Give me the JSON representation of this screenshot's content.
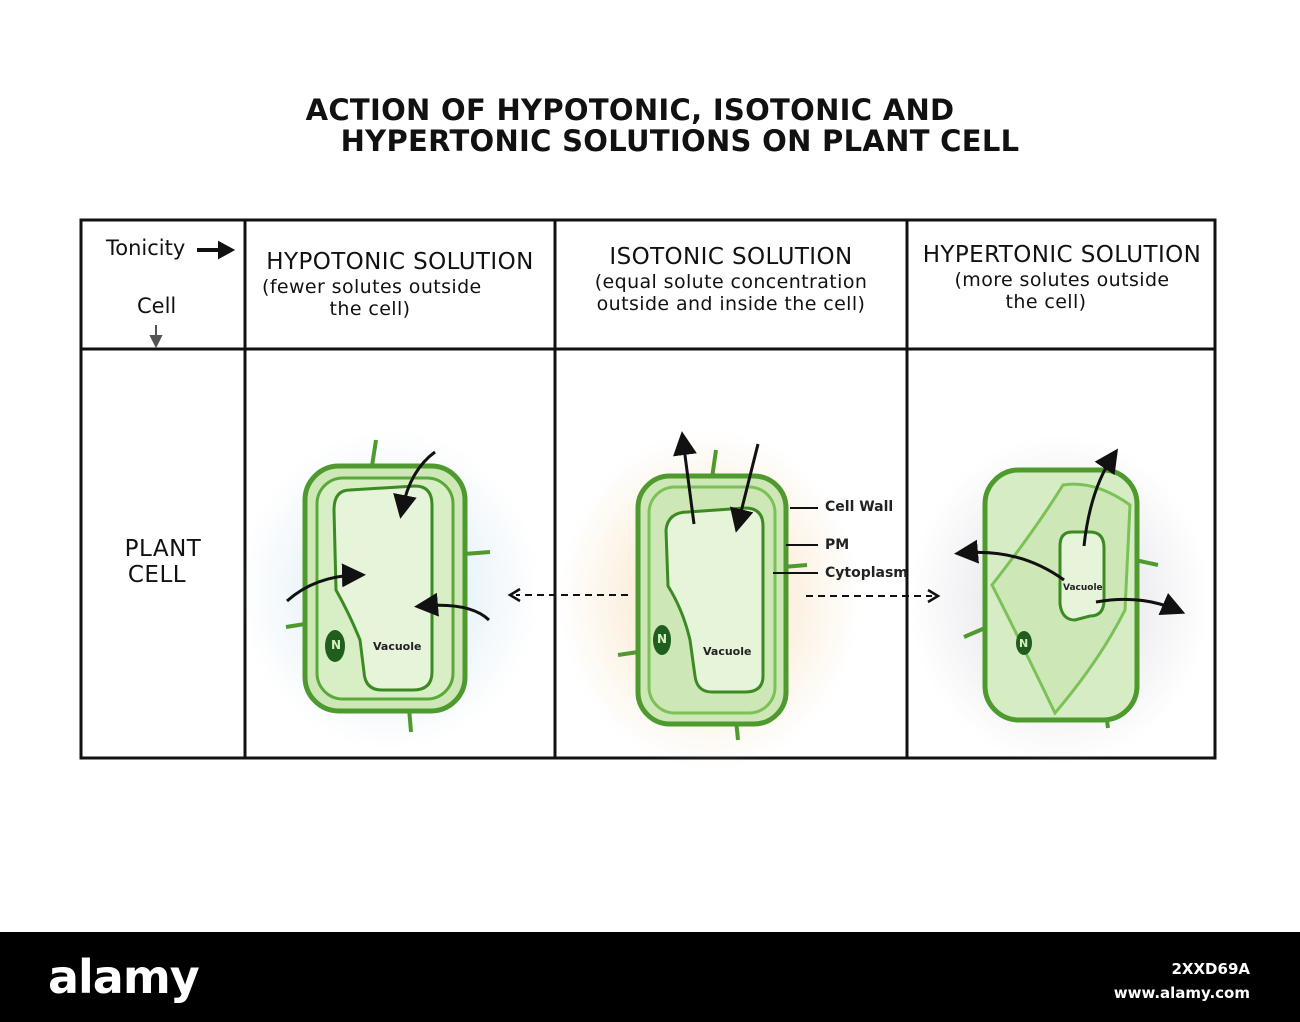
{
  "title": {
    "line1": "ACTION OF HYPOTONIC, ISOTONIC AND",
    "line2": "HYPERTONIC SOLUTIONS ON PLANT CELL"
  },
  "table": {
    "corner": {
      "tonicity": "Tonicity",
      "cell": "Cell"
    },
    "columns": [
      {
        "heading": "HYPOTONIC SOLUTION",
        "sub1": "(fewer solutes outside",
        "sub2": "the cell)"
      },
      {
        "heading": "ISOTONIC SOLUTION",
        "sub1": "(equal solute concentration",
        "sub2": "outside and inside the cell)"
      },
      {
        "heading": "HYPERTONIC SOLUTION",
        "sub1": "(more solutes outside",
        "sub2": "the cell)"
      }
    ],
    "row_label": {
      "line1": "PLANT",
      "line2": "CELL"
    }
  },
  "cells": {
    "hypotonic": {
      "nucleus": "N",
      "vacuole": "Vacuole"
    },
    "isotonic": {
      "nucleus": "N",
      "vacuole": "Vacuole",
      "labels": [
        "Cell Wall",
        "PM",
        "Cytoplasm"
      ]
    },
    "hypertonic": {
      "nucleus": "N",
      "vacuole": "Vacuole"
    }
  },
  "colors": {
    "cell_wall": "#4f9a2e",
    "cytoplasm": "#cde8b6",
    "nucleus": "#1f5e1c",
    "hypotonic_glow": "#cfe6f3",
    "isotonic_glow": "#f7dcb4",
    "hypertonic_glow": "#d8d8e0"
  },
  "watermark": {
    "brand": "alamy",
    "image_id": "2XXD69A",
    "site": "www.alamy.com"
  }
}
